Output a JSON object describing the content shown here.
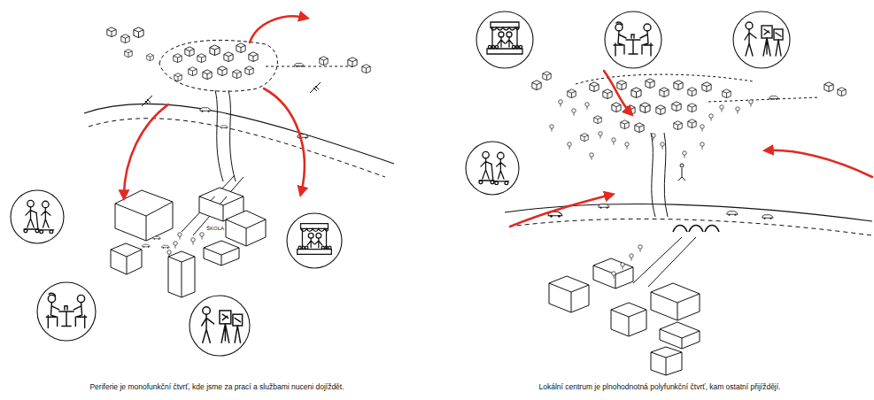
{
  "diagram": {
    "labels": [
      "Periferie je monofunkční čtvrť, kde jsme za prací a službami nuceni dojíždět.",
      "Lokální centrum je plnohodnotná polyfunkční čtvrť, kam ostatní přijíždějí.",
      "ŠKOLA"
    ]
  }
}
